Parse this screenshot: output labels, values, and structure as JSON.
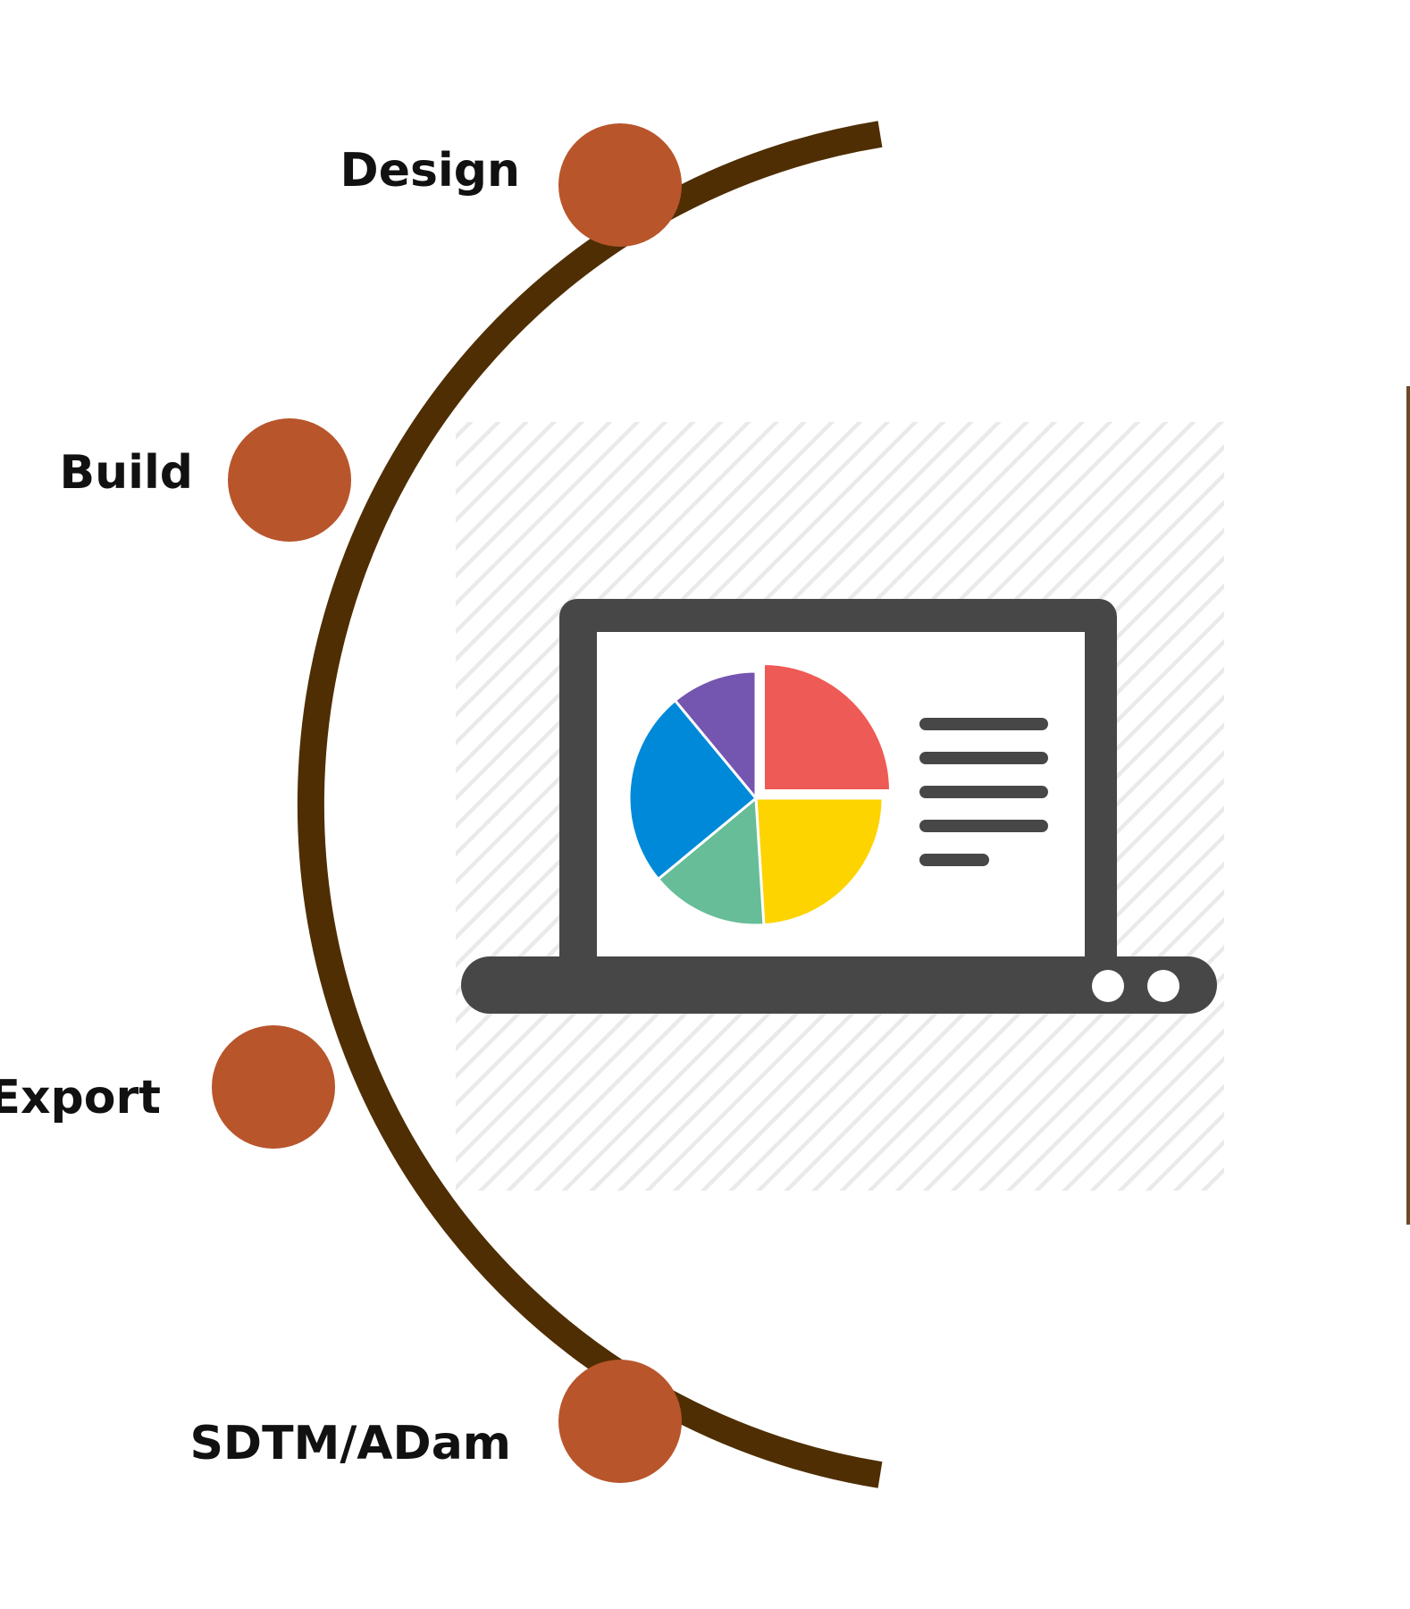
{
  "colors": {
    "arc": "#4f2e03",
    "node": "#b8552b",
    "laptop": "#474747",
    "screen": "#ffffff",
    "hatch": "#e9e9e9",
    "divider": "#6b4a2a",
    "slices": [
      "#ee5a55",
      "#fdd300",
      "#66bd98",
      "#0089d9",
      "#7455b0"
    ]
  },
  "steps": [
    {
      "label": "Design"
    },
    {
      "label": "Build"
    },
    {
      "label": "Export"
    },
    {
      "label": "SDTM/ADam"
    }
  ],
  "icon": {
    "name": "laptop-pie-chart-icon",
    "pie_shares": [
      0.25,
      0.24,
      0.15,
      0.25,
      0.11
    ],
    "legend_lines": 5
  }
}
